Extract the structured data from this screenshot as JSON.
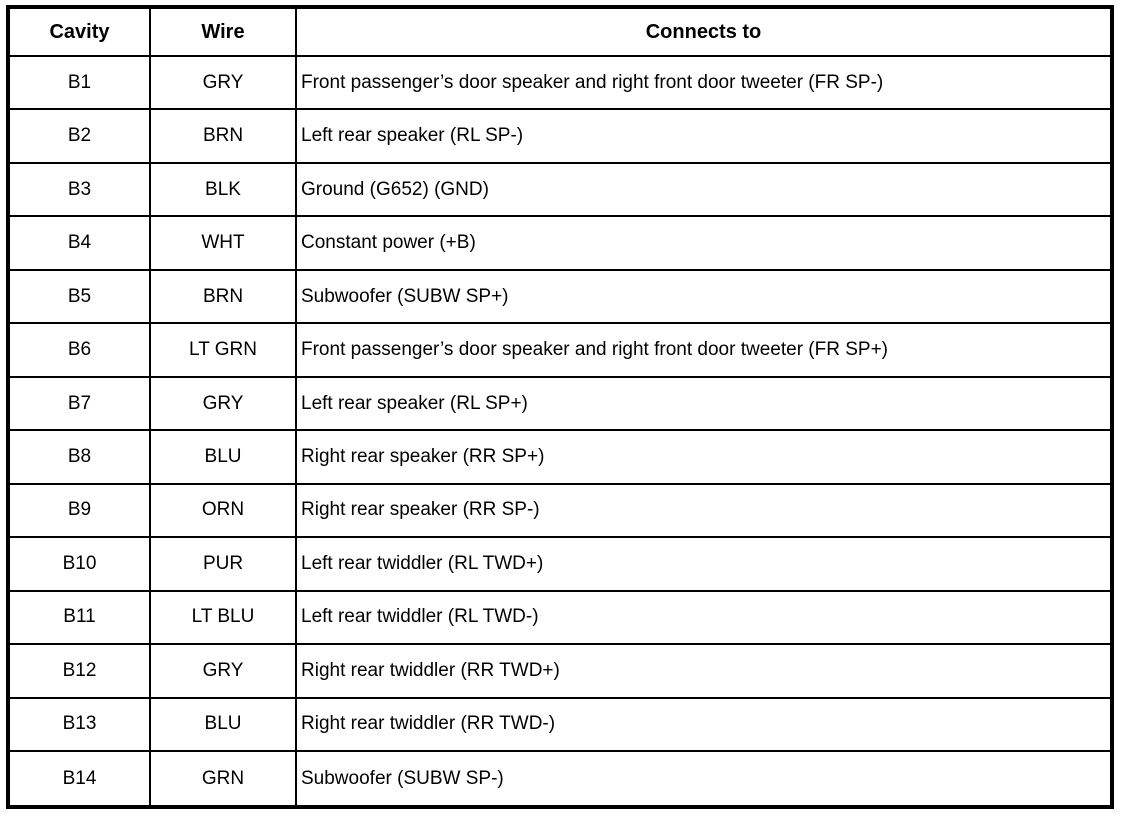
{
  "table": {
    "headers": [
      "Cavity",
      "Wire",
      "Connects to"
    ],
    "rows": [
      {
        "cavity": "B1",
        "wire": "GRY",
        "connects_to": "Front passenger’s door speaker and right front door tweeter (FR SP-)"
      },
      {
        "cavity": "B2",
        "wire": "BRN",
        "connects_to": "Left rear speaker (RL SP-)"
      },
      {
        "cavity": "B3",
        "wire": "BLK",
        "connects_to": "Ground (G652) (GND)"
      },
      {
        "cavity": "B4",
        "wire": "WHT",
        "connects_to": "Constant power (+B)"
      },
      {
        "cavity": "B5",
        "wire": "BRN",
        "connects_to": "Subwoofer (SUBW SP+)"
      },
      {
        "cavity": "B6",
        "wire": "LT GRN",
        "connects_to": "Front passenger’s door speaker and right front door tweeter (FR SP+)"
      },
      {
        "cavity": "B7",
        "wire": "GRY",
        "connects_to": "Left rear speaker (RL SP+)"
      },
      {
        "cavity": "B8",
        "wire": "BLU",
        "connects_to": "Right rear speaker (RR SP+)"
      },
      {
        "cavity": "B9",
        "wire": "ORN",
        "connects_to": "Right rear speaker (RR SP-)"
      },
      {
        "cavity": "B10",
        "wire": "PUR",
        "connects_to": "Left rear twiddler (RL TWD+)"
      },
      {
        "cavity": "B11",
        "wire": "LT BLU",
        "connects_to": "Left rear twiddler (RL TWD-)"
      },
      {
        "cavity": "B12",
        "wire": "GRY",
        "connects_to": "Right rear twiddler (RR TWD+)"
      },
      {
        "cavity": "B13",
        "wire": "BLU",
        "connects_to": "Right rear twiddler (RR TWD-)"
      },
      {
        "cavity": "B14",
        "wire": "GRN",
        "connects_to": "Subwoofer (SUBW SP-)"
      }
    ],
    "colors": {
      "border": "#000000",
      "background": "#ffffff",
      "text": "#000000"
    }
  }
}
